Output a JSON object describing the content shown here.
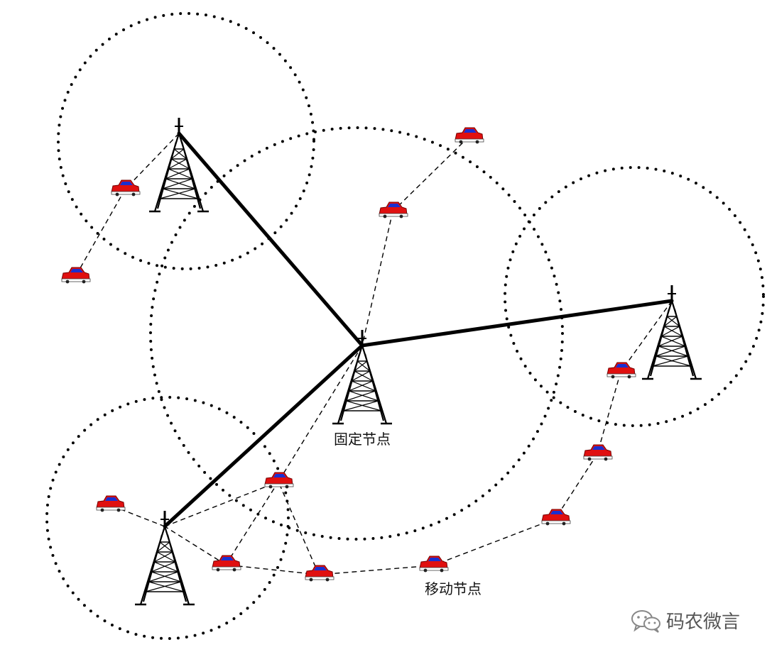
{
  "labels": {
    "fixed_node": "固定节点",
    "mobile_node": "移动节点"
  },
  "watermark": {
    "text": "码农微言",
    "icon": "wechat-icon"
  },
  "colors": {
    "car_body": "#e01010",
    "car_window": "#1a2fd0",
    "line": "#000000",
    "circle_dots": "#000000"
  }
}
